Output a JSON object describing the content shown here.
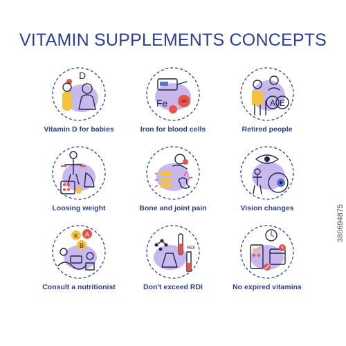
{
  "title": "VITAMIN SUPPLEMENTS CONCEPTS",
  "items": [
    {
      "label": "Vitamin D for babies",
      "icon": "baby-vitamin-d-icon"
    },
    {
      "label": "Iron for blood cells",
      "icon": "iron-blood-cells-icon"
    },
    {
      "label": "Retired people",
      "icon": "retired-people-icon"
    },
    {
      "label": "Loosing weight",
      "icon": "weight-loss-icon"
    },
    {
      "label": "Bone and joint pain",
      "icon": "bone-joint-pain-icon"
    },
    {
      "label": "Vision changes",
      "icon": "vision-changes-icon"
    },
    {
      "label": "Consult a nutritionist",
      "icon": "nutritionist-icon"
    },
    {
      "label": "Don't exceed RDI",
      "icon": "rdi-icon"
    },
    {
      "label": "No expired vitamins",
      "icon": "expired-vitamins-icon"
    }
  ],
  "icon_text": {
    "d": "D",
    "fe": "Fe",
    "a": "A",
    "e": "E",
    "k": "K",
    "b": "B",
    "a2": "A",
    "rdi": "RDI"
  },
  "watermark": "380694875",
  "colors": {
    "title": "#2b3f9a",
    "blob": "#c8b8ec",
    "accent_red": "#e8534a",
    "accent_yellow": "#f5c23c",
    "line": "#1f2550"
  }
}
